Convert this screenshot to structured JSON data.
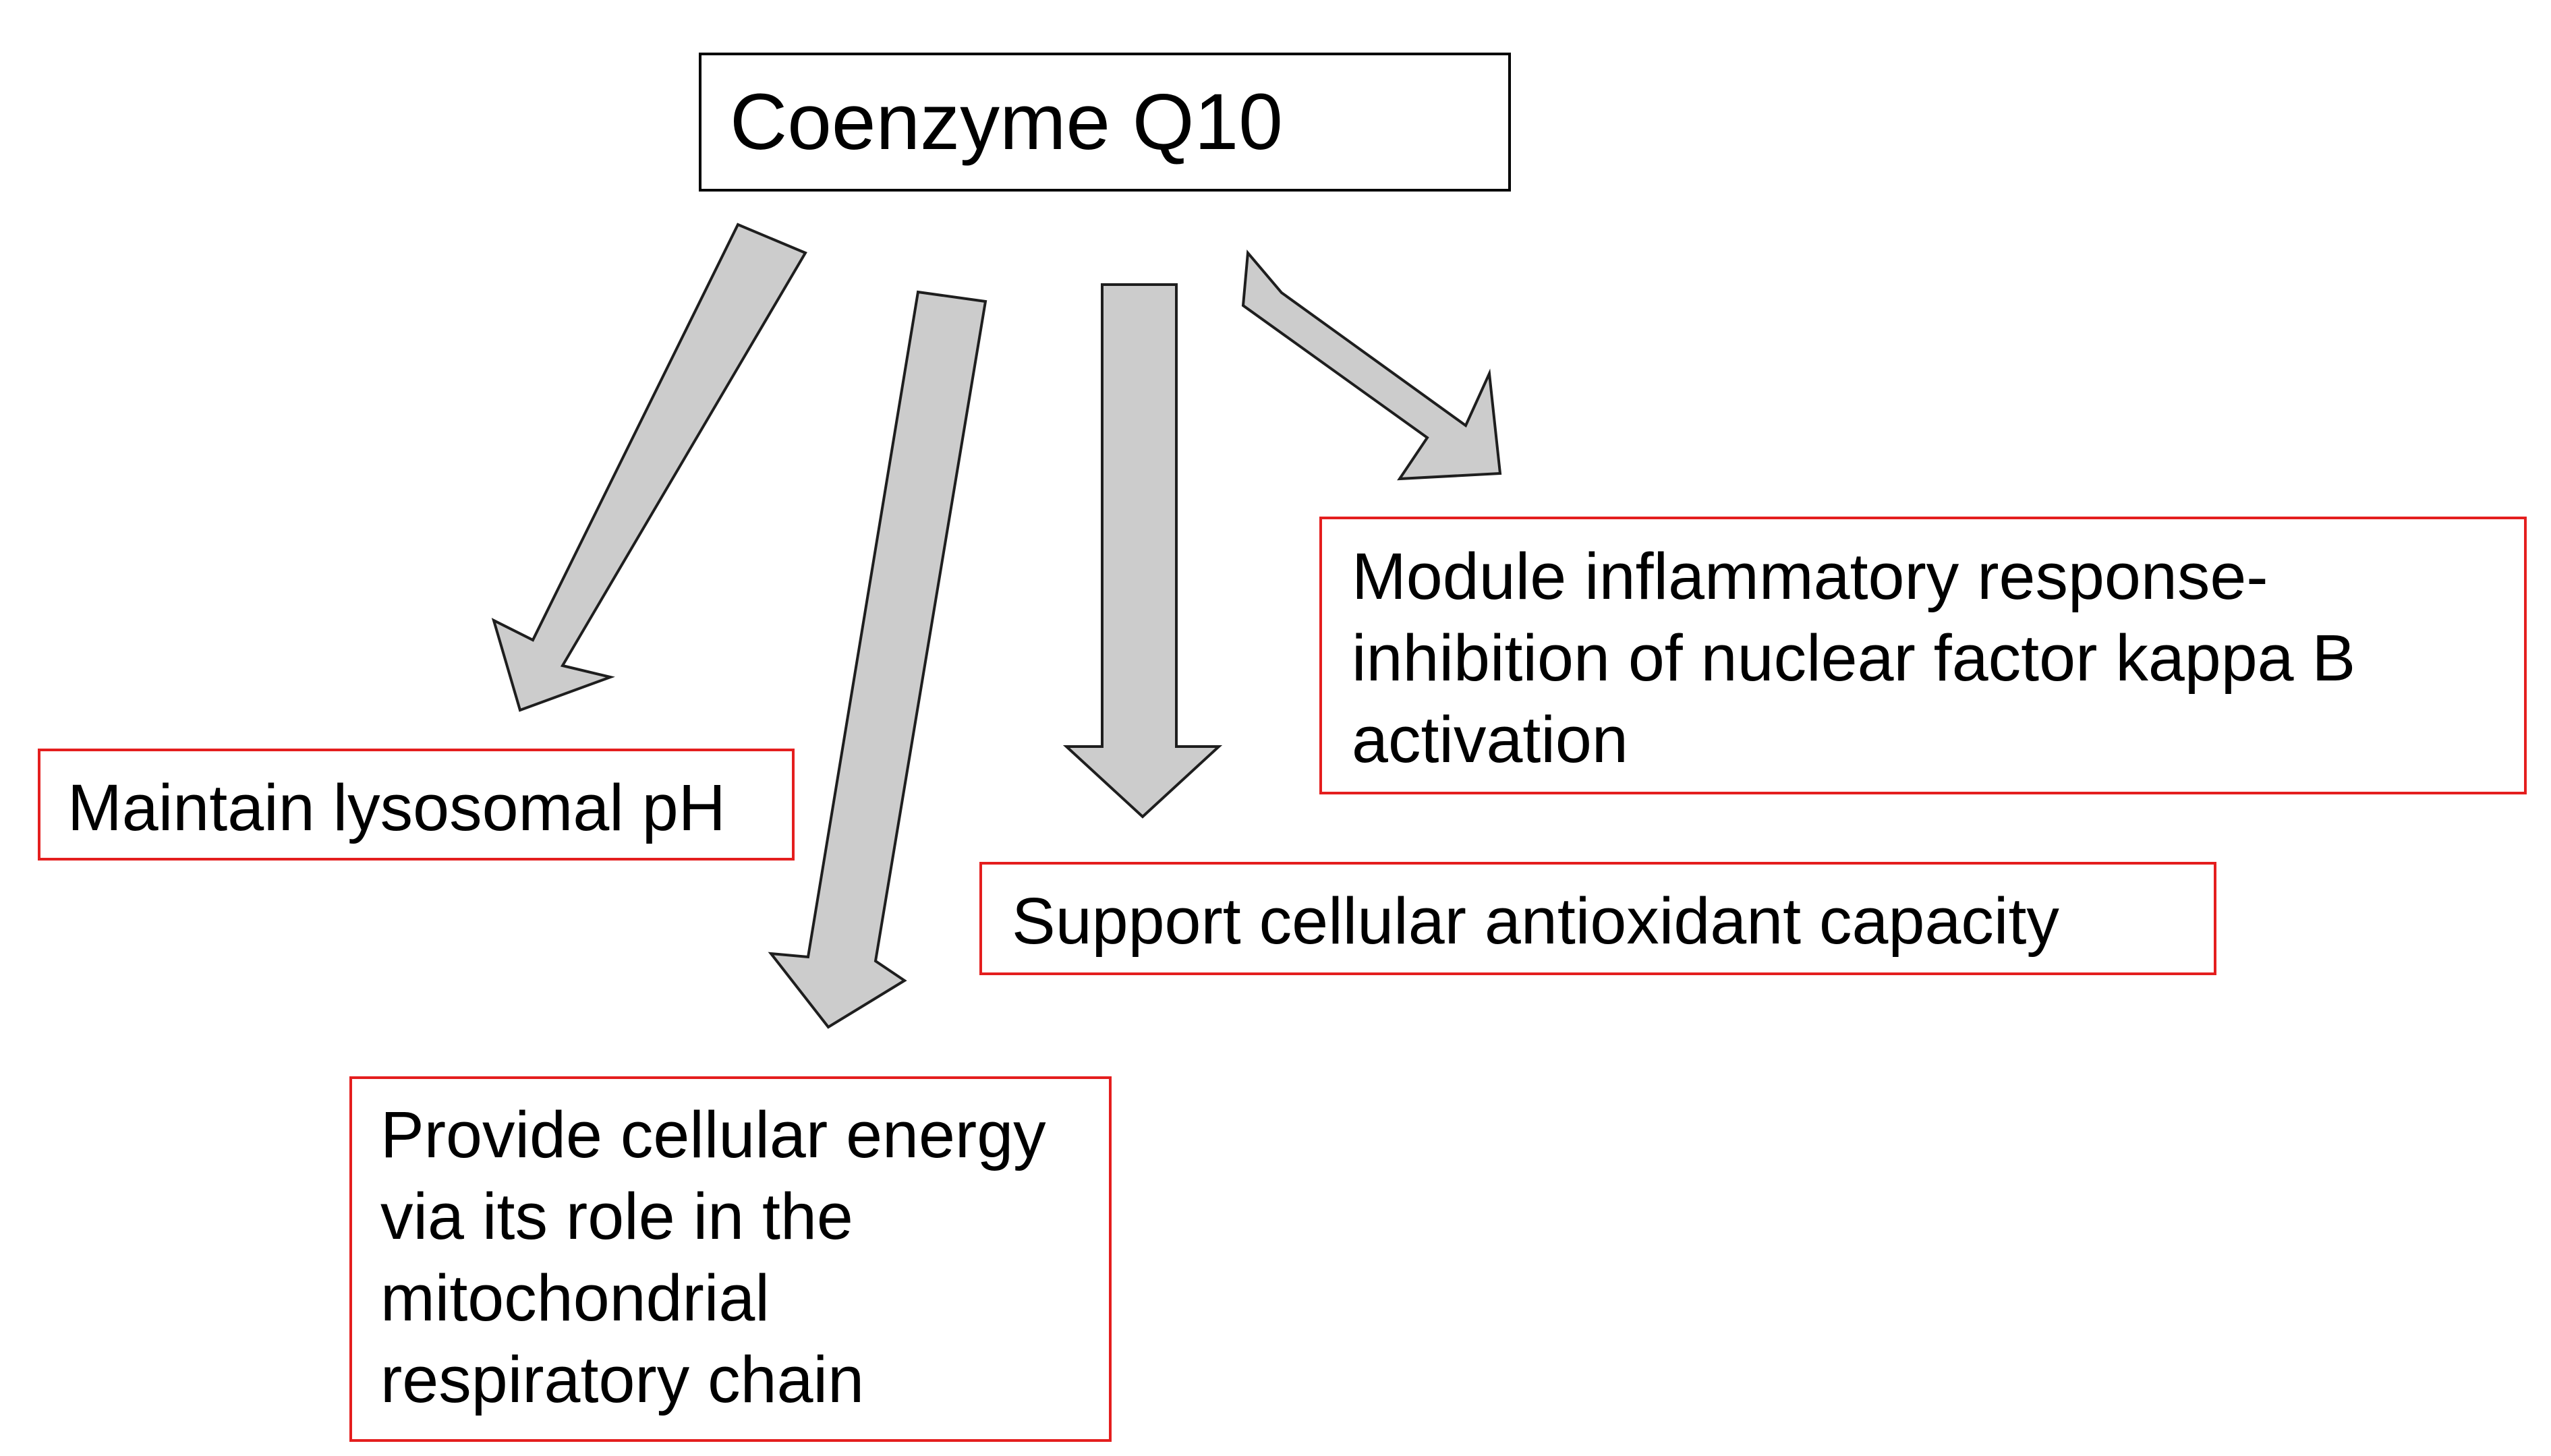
{
  "title": "Coenzyme Q10",
  "effects": {
    "lysosomal": [
      "Maintain lysosomal pH"
    ],
    "energy": [
      "Provide cellular energy",
      "via its role in the",
      "mitochondrial",
      "respiratory chain"
    ],
    "antioxidant": [
      "Support cellular antioxidant capacity"
    ],
    "inflammatory": [
      "Module inflammatory response-",
      "inhibition of nuclear factor kappa B",
      "activation"
    ]
  },
  "colors": {
    "arrow_fill": "#cccccc",
    "arrow_stroke": "#1e1e1e",
    "effect_border": "#e41e1e",
    "title_border": "#000000"
  }
}
